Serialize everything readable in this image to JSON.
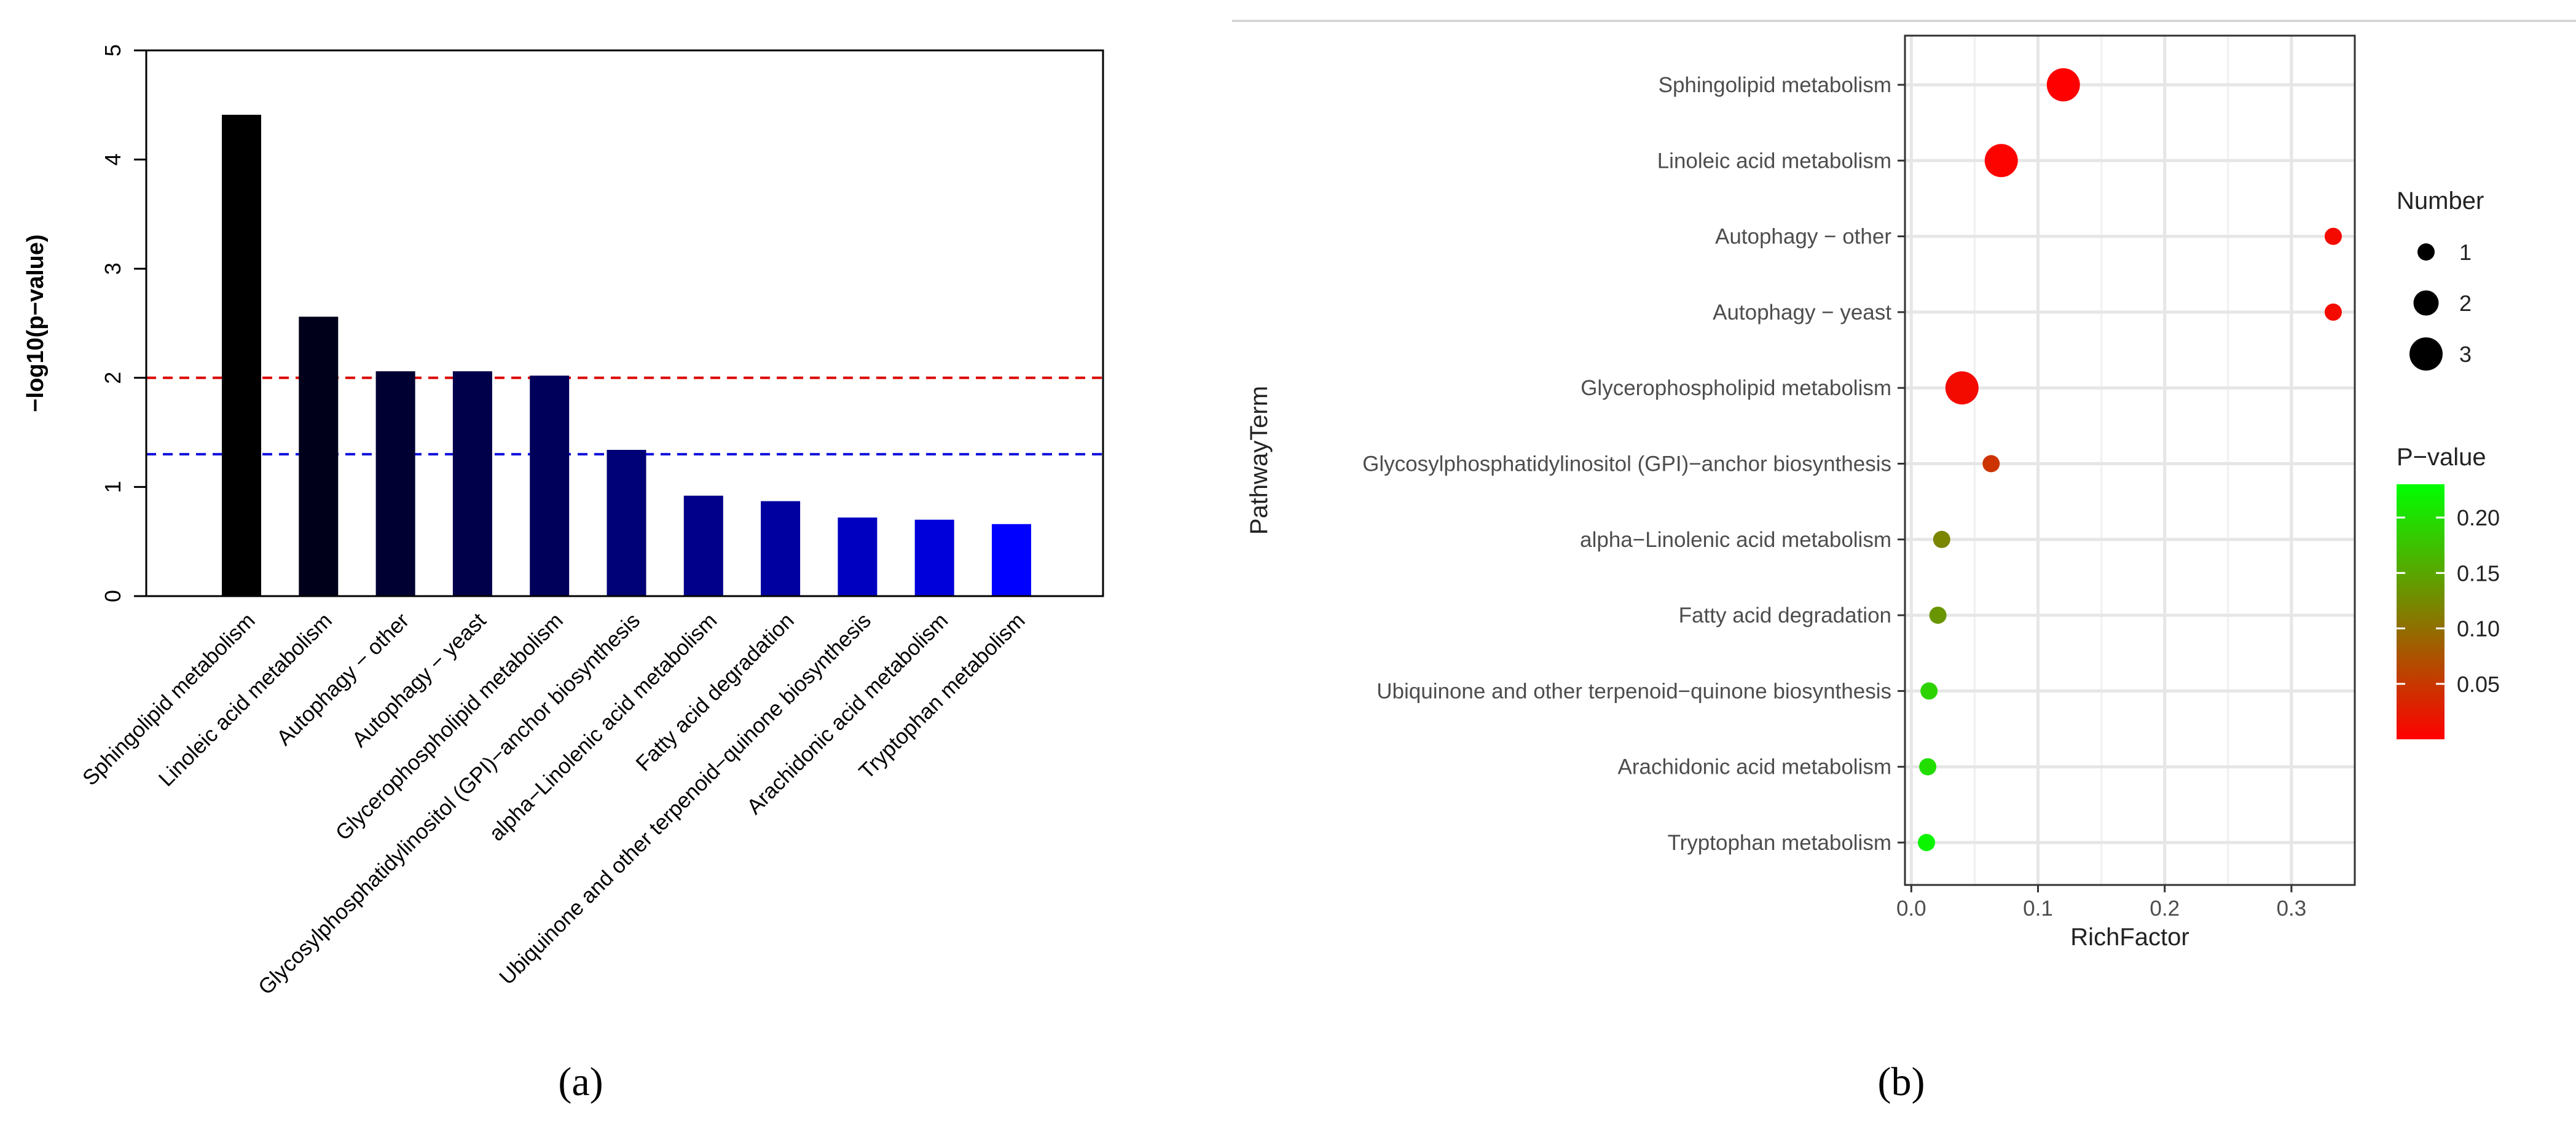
{
  "panel_labels": {
    "a": "(a)",
    "b": "(b)"
  },
  "chart_data": [
    {
      "type": "bar",
      "title": "",
      "xlabel": "",
      "ylabel": "−log10(p−value)",
      "ylim": [
        0,
        5
      ],
      "yticks": [
        "0",
        "1",
        "2",
        "3",
        "4",
        "5"
      ],
      "categories": [
        "Sphingolipid metabolism",
        "Linoleic acid metabolism",
        "Autophagy − other",
        "Autophagy − yeast",
        "Glycerophospholipid metabolism",
        "Glycosylphosphatidylinositol (GPI)−anchor biosynthesis",
        "alpha−Linolenic acid metabolism",
        "Fatty acid degradation",
        "Ubiquinone and other terpenoid−quinone biosynthesis",
        "Arachidonic acid metabolism",
        "Tryptophan metabolism"
      ],
      "values": [
        4.41,
        2.56,
        2.06,
        2.06,
        2.02,
        1.34,
        0.92,
        0.87,
        0.72,
        0.7,
        0.66
      ],
      "bar_colors": [
        "#000000",
        "#00001a",
        "#000033",
        "#00004a",
        "#00005a",
        "#000077",
        "#00008a",
        "#0000a0",
        "#0000c0",
        "#0000da",
        "#0000ff"
      ],
      "thresholds": [
        {
          "value": 2.0,
          "color": "#dd0000",
          "style": "dashed"
        },
        {
          "value": 1.3,
          "color": "#1111dd",
          "style": "dashed"
        }
      ],
      "grid": false
    },
    {
      "type": "scatter",
      "title": "",
      "xlabel": "RichFactor",
      "ylabel": "PathwayTerm",
      "xlim": [
        -0.005,
        0.35
      ],
      "xticks": [
        0,
        0.1,
        0.2,
        0.3
      ],
      "xtick_labels": [
        "0.0",
        "0.1",
        "0.2",
        "0.3"
      ],
      "grid": true,
      "points": [
        {
          "term": "Sphingolipid metabolism",
          "x": 0.12,
          "number": 3,
          "pvalue": 4e-05
        },
        {
          "term": "Linoleic acid metabolism",
          "x": 0.071,
          "number": 3,
          "pvalue": 0.0028
        },
        {
          "term": "Autophagy − other",
          "x": 0.333,
          "number": 1,
          "pvalue": 0.0087
        },
        {
          "term": "Autophagy − yeast",
          "x": 0.333,
          "number": 1,
          "pvalue": 0.0087
        },
        {
          "term": "Glycerophospholipid metabolism",
          "x": 0.04,
          "number": 3,
          "pvalue": 0.0095
        },
        {
          "term": "Glycosylphosphatidylinositol (GPI)−anchor biosynthesis",
          "x": 0.063,
          "number": 1,
          "pvalue": 0.046
        },
        {
          "term": "alpha−Linolenic acid metabolism",
          "x": 0.024,
          "number": 1,
          "pvalue": 0.12
        },
        {
          "term": "Fatty acid degradation",
          "x": 0.021,
          "number": 1,
          "pvalue": 0.135
        },
        {
          "term": "Ubiquinone and other terpenoid−quinone biosynthesis",
          "x": 0.014,
          "number": 1,
          "pvalue": 0.19
        },
        {
          "term": "Arachidonic acid metabolism",
          "x": 0.013,
          "number": 1,
          "pvalue": 0.2
        },
        {
          "term": "Tryptophan metabolism",
          "x": 0.012,
          "number": 1,
          "pvalue": 0.22
        }
      ],
      "size_legend": {
        "title": "Number",
        "values": [
          1,
          2,
          3
        ],
        "labels": [
          "1",
          "2",
          "3"
        ]
      },
      "color_legend": {
        "title": "P−value",
        "range": [
          0,
          0.23
        ],
        "ticks": [
          0.05,
          0.1,
          0.15,
          0.2
        ],
        "tick_labels": [
          "0.05",
          "0.10",
          "0.15",
          "0.20"
        ],
        "low_color": "#ff0000",
        "high_color": "#00ff00"
      },
      "legend_position": "right",
      "background_color": "#ebebeb"
    }
  ]
}
